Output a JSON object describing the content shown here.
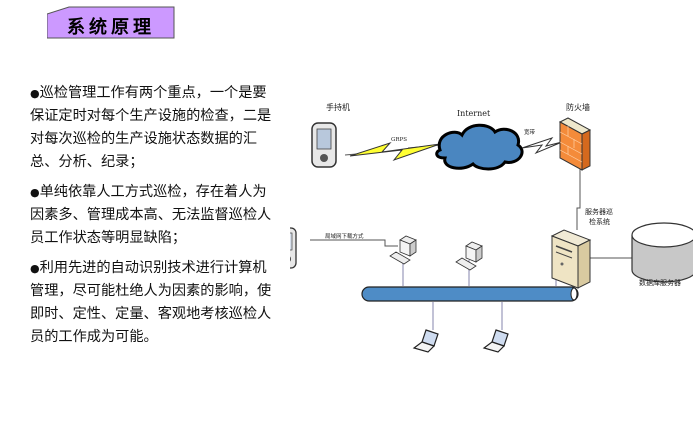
{
  "title": "系统原理",
  "colors": {
    "title_bg": "#cc99ff",
    "cloud": "#4a86c0",
    "firewall": "#f48b3a",
    "pipe": "#4e8cc6",
    "bolt": "#ffff33"
  },
  "bullets": [
    {
      "marker": "●",
      "text": "巡检管理工作有两个重点，一个是要保证定时对每个生产设施的检查，二是对每次巡检的生产设施状态数据的汇总、分析、纪录；"
    },
    {
      "marker": "●",
      "text": "单纯依靠人工方式巡检，存在着人为因素多、管理成本高、无法监督巡检人员工作状态等明显缺陷；"
    },
    {
      "marker": "●",
      "text": "利用先进的自动识别技术进行计算机管理，尽可能杜绝人为因素的影响，使即时、定性、定量、客观地考核巡检人员的工作成为可能。"
    }
  ],
  "diagram": {
    "handheld_label": "手持机",
    "gprs_label": "GRPS",
    "internet_label": "Internet",
    "broadband_label": "宽带",
    "firewall_label": "防火墙",
    "server_label_line1": "服务器巡",
    "server_label_line2": "检系统",
    "database_label": "数据库服务器",
    "lan_label": "局域网下载方式"
  }
}
